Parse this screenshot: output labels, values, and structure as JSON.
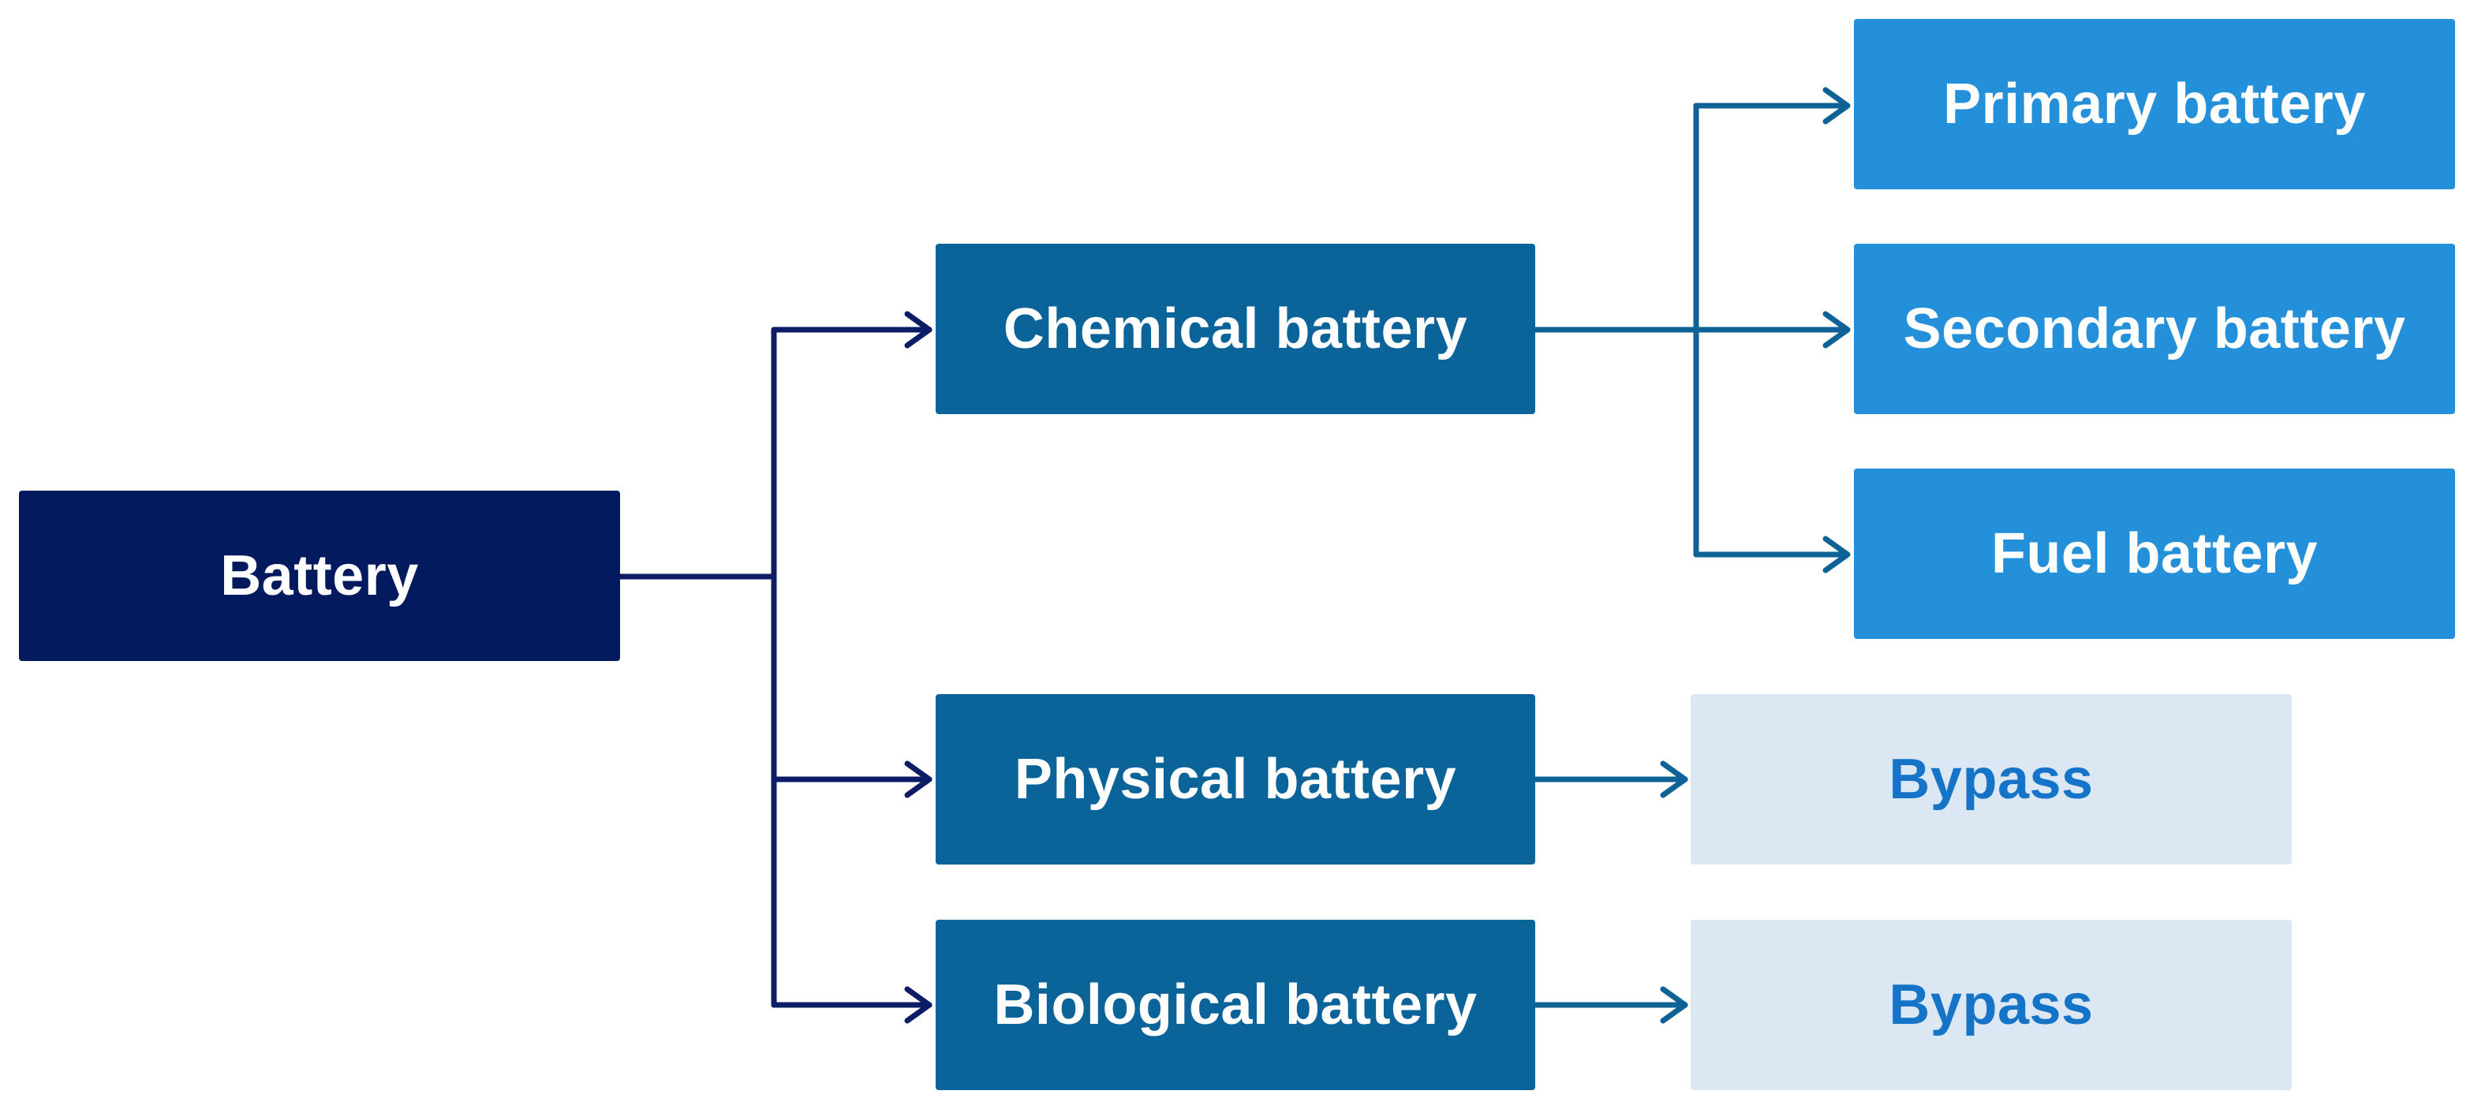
{
  "nodes": {
    "root": "Battery",
    "chemical": "Chemical battery",
    "physical": "Physical battery",
    "biological": "Biological battery",
    "primary": "Primary battery",
    "secondary": "Secondary battery",
    "fuel": "Fuel battery",
    "bypass_physical": "Bypass",
    "bypass_biological": "Bypass"
  },
  "edges": [
    {
      "from": "Battery",
      "to": "Chemical battery"
    },
    {
      "from": "Battery",
      "to": "Physical battery"
    },
    {
      "from": "Battery",
      "to": "Biological battery"
    },
    {
      "from": "Chemical battery",
      "to": "Primary battery"
    },
    {
      "from": "Chemical battery",
      "to": "Secondary battery"
    },
    {
      "from": "Chemical battery",
      "to": "Fuel battery"
    },
    {
      "from": "Physical battery",
      "to": "Bypass"
    },
    {
      "from": "Biological battery",
      "to": "Bypass"
    }
  ],
  "colors": {
    "root_fill": "#031a5e",
    "level1_fill": "#0a6399",
    "level2_fill": "#2590da",
    "bypass_fill": "#dbe7f3",
    "bypass_text": "#1574c7",
    "root_connector": "#0c1c66",
    "level1_connector": "#0f6296"
  }
}
